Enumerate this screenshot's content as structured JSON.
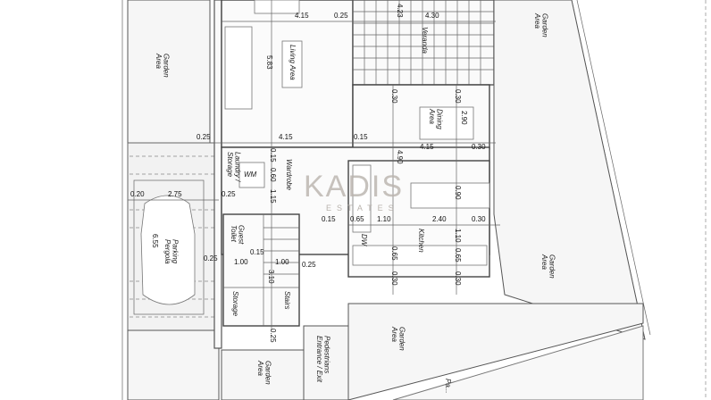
{
  "watermark": {
    "brand": "KADIS",
    "sub": "ESTATES",
    "accent": "#d8b57a"
  },
  "rooms": {
    "living": "Living Area",
    "veranda": "Veranda",
    "dining": "Dining Area",
    "kitchen": "Kitchen",
    "laundry": "Laundry / Storage",
    "wardrobe": "Wardrobe",
    "wm": "WM",
    "dw": "DW",
    "guest_toilet": "Guest Toilet",
    "storage": "Storage",
    "stairs": "Stairs",
    "parking": "Parking Pergola",
    "garden_left": "Garden Area",
    "garden_top_right": "Garden Area",
    "garden_right": "Garden Area",
    "garden_bottom": "Garden Area",
    "garden_bottom_left": "Garden Area",
    "pedestrians": "Pedestrians Entrance / Exit",
    "paving": "Pa..."
  },
  "dimensions": {
    "d_415_top": "4.15",
    "d_025_top": "0.25",
    "d_423": "4.23",
    "d_430": "4.30",
    "d_583": "5.83",
    "d_030_a": "0.30",
    "d_030_b": "0.30",
    "d_290": "2.90",
    "d_415_mid": "4.15",
    "d_015_mid": "0.15",
    "d_415_din": "4.15",
    "d_030_din": "0.30",
    "d_025_left": "0.25",
    "d_015_w": "0.15",
    "d_060": "0.60",
    "d_115": "1.15",
    "d_490": "4.90",
    "d_090": "0.90",
    "d_015_k": "0.15",
    "d_065_k": "0.65",
    "d_110_k": "1.10",
    "d_240": "2.40",
    "d_030_k": "0.30",
    "d_110_v": "1.10",
    "d_065_a": "0.65",
    "d_065_b": "0.65",
    "d_030_c": "0.30",
    "d_030_d": "0.30",
    "d_020": "0.20",
    "d_275": "2.75",
    "d_655": "6.55",
    "d_025_park": "0.25",
    "d_025_l": "0.25",
    "d_100_a": "1.00",
    "d_015_t": "0.15",
    "d_100_b": "1.00",
    "d_310": "3.10",
    "d_025_s": "0.25",
    "d_025_bot": "0.25"
  }
}
